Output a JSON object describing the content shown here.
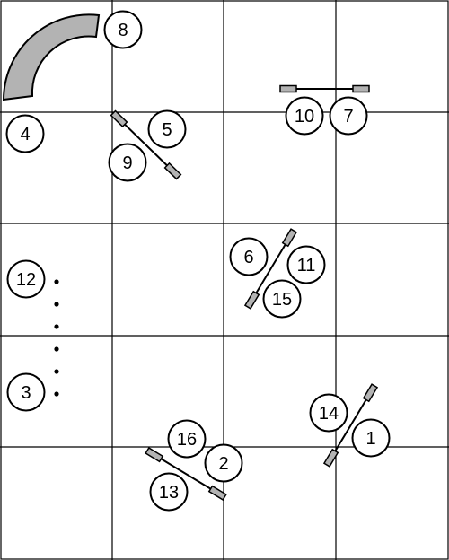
{
  "course": {
    "grid": {
      "columns": 4,
      "rows": 5,
      "line_color": "#000000",
      "background": "#ffffff"
    },
    "numbers": {
      "n1": "1",
      "n2": "2",
      "n3": "3",
      "n4": "4",
      "n5": "5",
      "n6": "6",
      "n7": "7",
      "n8": "8",
      "n9": "9",
      "n10": "10",
      "n11": "11",
      "n12": "12",
      "n13": "13",
      "n14": "14",
      "n15": "15",
      "n16": "16"
    },
    "obstacles": {
      "tunnel": {
        "icon": "tunnel-icon",
        "fill": "#b3b3b3"
      },
      "jumps": [
        "jump-7-10",
        "jump-5-9",
        "jump-6-11-15",
        "jump-2-13-16",
        "jump-1-14"
      ],
      "weave_poles": {
        "icon": "weave-poles-icon",
        "pole_count": 6
      }
    }
  }
}
